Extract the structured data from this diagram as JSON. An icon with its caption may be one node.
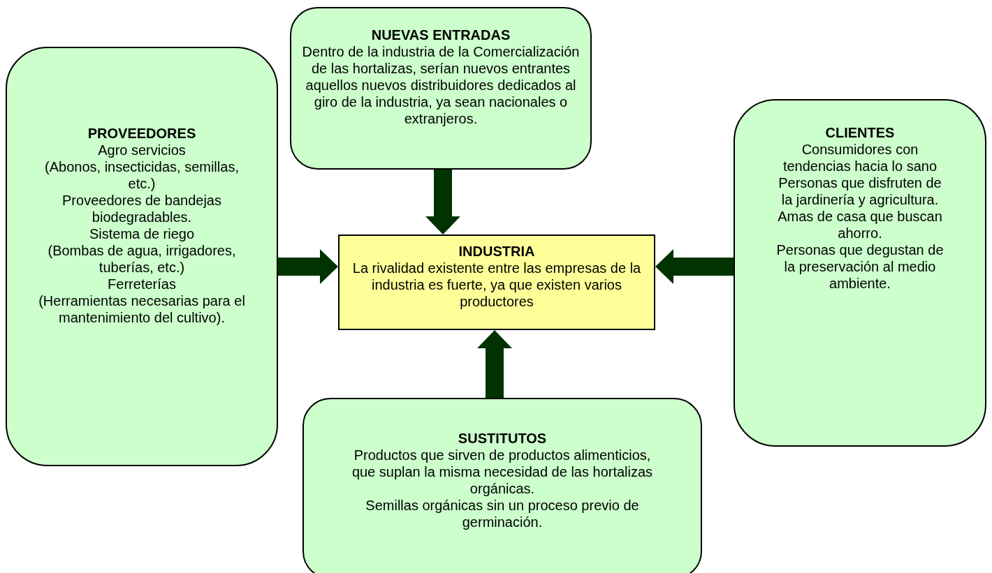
{
  "diagram": {
    "nodes": [
      {
        "text": [
          "NUEVAS ENTRADAS",
          "Dentro de la industria de la Comercialización de las hortalizas, serían nuevos entrantes aquellos nuevos distribuidores dedicados al giro de la industria, ya sean nacionales o extranjeros."
        ]
      },
      {
        "text": [
          "PROVEEDORES",
          "Agro servicios",
          "(Abonos, insecticidas, semillas, etc.)",
          "Proveedores de bandejas biodegradables.",
          "Sistema de riego",
          "(Bombas de agua, irrigadores, tuberías, etc.)",
          "Ferreterías",
          "(Herramientas necesarias para el mantenimiento del cultivo)."
        ]
      },
      {
        "text": [
          "CLIENTES",
          "Consumidores con tendencias hacia lo sano",
          "Personas que disfruten de la jardinería y agricultura.",
          "Amas de casa que buscan ahorro.",
          "Personas que degustan de la preservación al medio ambiente."
        ]
      },
      {
        "text": [
          "INDUSTRIA",
          "La rivalidad existente entre las empresas de la industria es fuerte, ya que existen varios productores"
        ]
      },
      {
        "text": [
          "SUSTITUTOS",
          "Productos que sirven de productos alimenticios, que suplan la misma necesidad de las hortalizas orgánicas.",
          "Semillas orgánicas sin un proceso previo de germinación."
        ]
      }
    ],
    "edges": [
      {
        "from": 0,
        "to": 3,
        "arrow": "to"
      },
      {
        "from": 1,
        "to": 3,
        "arrow": "to"
      },
      {
        "from": 2,
        "to": 3,
        "arrow": "to"
      },
      {
        "from": 4,
        "to": 3,
        "arrow": "to"
      }
    ]
  }
}
